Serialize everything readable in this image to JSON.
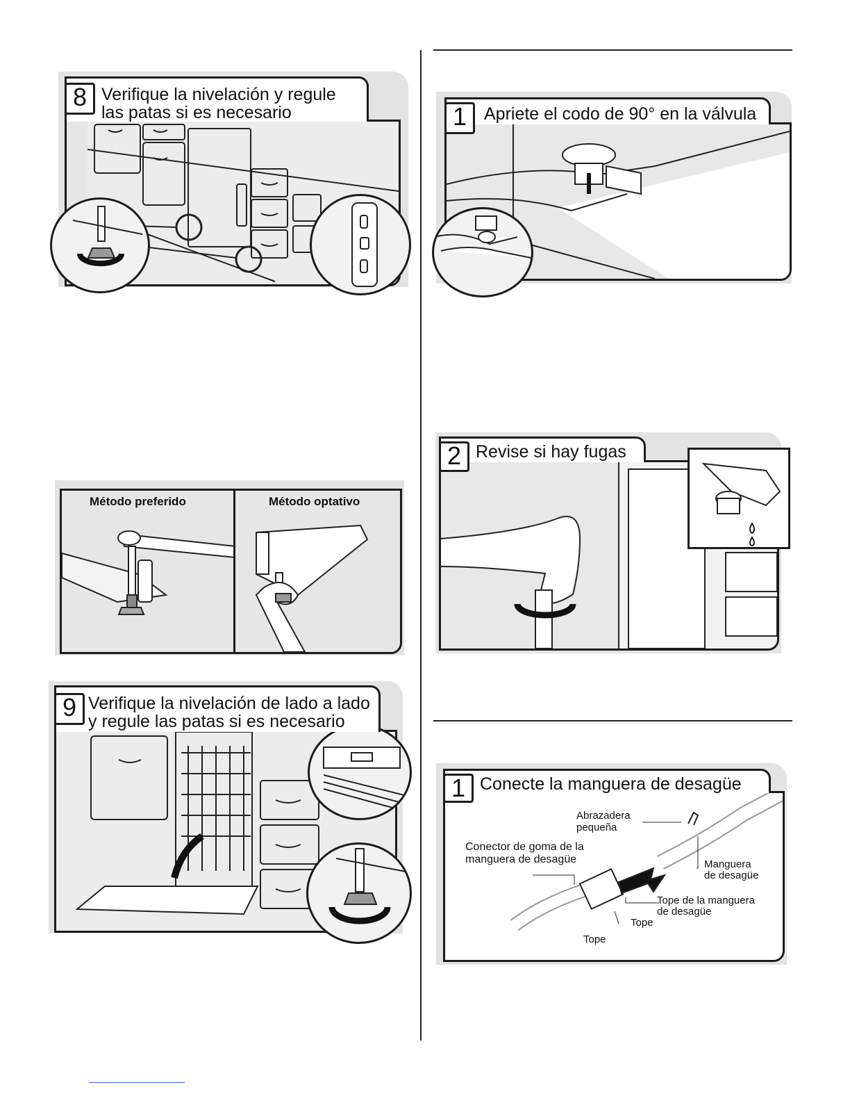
{
  "steps": {
    "level_8": {
      "number": "8",
      "title_line1": "Verifique la nivelación y regule",
      "title_line2": "las patas si es necesario"
    },
    "level_9": {
      "number": "9",
      "title_line1": "Verifique la nivelación de lado a lado",
      "title_line2": "y regule las patas si es necesario"
    },
    "water_1": {
      "number": "1",
      "title": "Apriete el codo de 90° en la válvula"
    },
    "water_2": {
      "number": "2",
      "title": "Revise si hay fugas"
    },
    "drain_1": {
      "number": "1",
      "title": "Conecte la manguera de desagüe"
    }
  },
  "methods": {
    "preferred": "Método preferido",
    "optional": "Método optativo"
  },
  "drain_labels": {
    "small_clamp_1": "Abrazadera",
    "small_clamp_2": "pequeña",
    "rubber_connector_1": "Conector de goma de la",
    "rubber_connector_2": "manguera de desagüe",
    "hose_1": "Manguera",
    "hose_2": "de desagüe",
    "hose_stop_1": "Tope de la manguera",
    "hose_stop_2": "de desagüe",
    "stop_right": "Tope",
    "stop_bottom": "Tope"
  },
  "colors": {
    "panel_gray": "#e3e3e3",
    "line": "#1c1c1c",
    "footer_link": "#3b5bdb"
  }
}
